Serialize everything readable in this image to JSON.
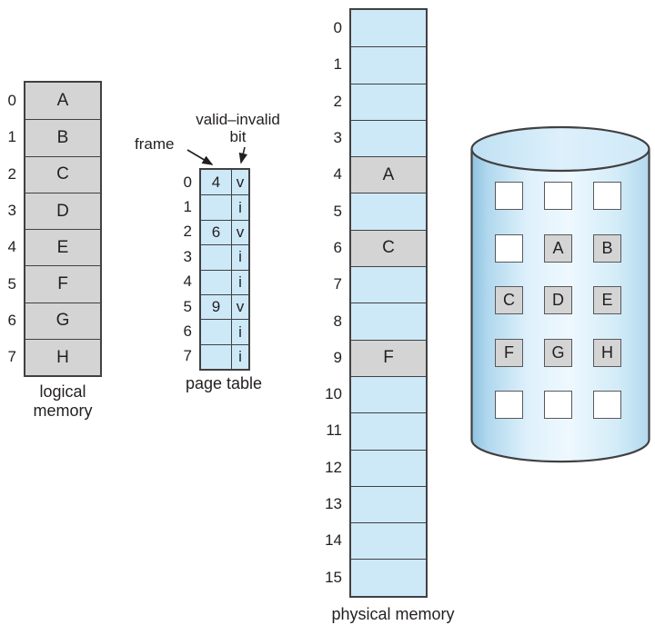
{
  "figure": {
    "description": "demand paging with valid-invalid bits",
    "colors": {
      "cell_blue": "#cde9f8",
      "cell_gray": "#d4d4d4",
      "border_dark": "#414042",
      "square_border": "#58595b",
      "text": "#231f20",
      "disk_edge": "#8ec1df",
      "disk_light": "#eef8fe",
      "disk_top": "#d9eefb"
    }
  },
  "logical_memory": {
    "caption_line1": "logical",
    "caption_line2": "memory",
    "rows": [
      {
        "index": "0",
        "content": "A"
      },
      {
        "index": "1",
        "content": "B"
      },
      {
        "index": "2",
        "content": "C"
      },
      {
        "index": "3",
        "content": "D"
      },
      {
        "index": "4",
        "content": "E"
      },
      {
        "index": "5",
        "content": "F"
      },
      {
        "index": "6",
        "content": "G"
      },
      {
        "index": "7",
        "content": "H"
      }
    ]
  },
  "page_table": {
    "caption": "page table",
    "frame_label": "frame",
    "bit_label_line1": "valid–invalid",
    "bit_label_line2": "bit",
    "rows": [
      {
        "index": "0",
        "frame": "4",
        "bit": "v"
      },
      {
        "index": "1",
        "frame": "",
        "bit": "i"
      },
      {
        "index": "2",
        "frame": "6",
        "bit": "v"
      },
      {
        "index": "3",
        "frame": "",
        "bit": "i"
      },
      {
        "index": "4",
        "frame": "",
        "bit": "i"
      },
      {
        "index": "5",
        "frame": "9",
        "bit": "v"
      },
      {
        "index": "6",
        "frame": "",
        "bit": "i"
      },
      {
        "index": "7",
        "frame": "",
        "bit": "i"
      }
    ]
  },
  "physical_memory": {
    "caption": "physical memory",
    "frames": [
      {
        "index": "0",
        "content": ""
      },
      {
        "index": "1",
        "content": ""
      },
      {
        "index": "2",
        "content": ""
      },
      {
        "index": "3",
        "content": ""
      },
      {
        "index": "4",
        "content": "A"
      },
      {
        "index": "5",
        "content": ""
      },
      {
        "index": "6",
        "content": "C"
      },
      {
        "index": "7",
        "content": ""
      },
      {
        "index": "8",
        "content": ""
      },
      {
        "index": "9",
        "content": "F"
      },
      {
        "index": "10",
        "content": ""
      },
      {
        "index": "11",
        "content": ""
      },
      {
        "index": "12",
        "content": ""
      },
      {
        "index": "13",
        "content": ""
      },
      {
        "index": "14",
        "content": ""
      },
      {
        "index": "15",
        "content": ""
      }
    ]
  },
  "disk": {
    "squares": [
      [
        "",
        "",
        ""
      ],
      [
        "",
        "A",
        "B"
      ],
      [
        "C",
        "D",
        "E"
      ],
      [
        "F",
        "G",
        "H"
      ],
      [
        "",
        "",
        ""
      ]
    ]
  }
}
